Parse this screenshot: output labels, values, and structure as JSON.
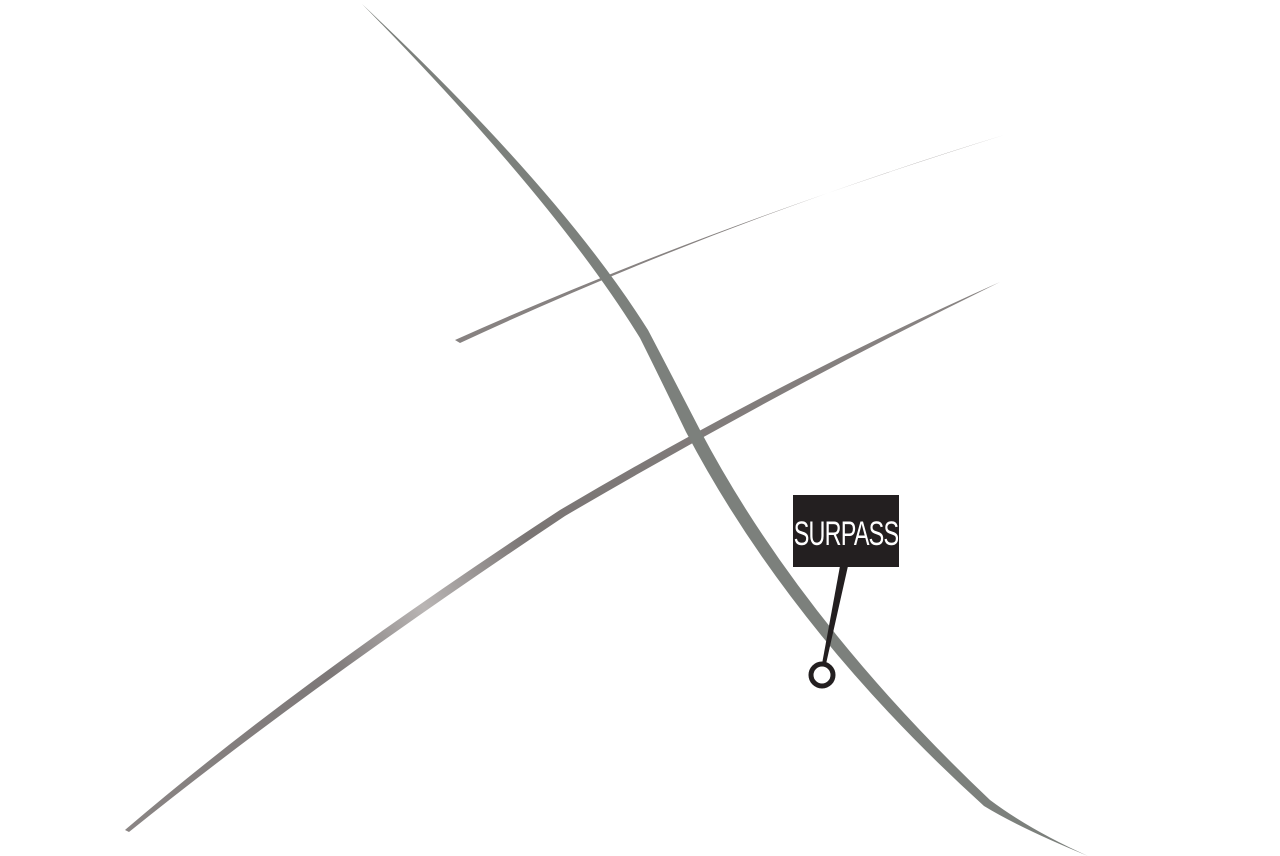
{
  "map": {
    "roads": [
      {
        "name": "diagonal-road-nw-se",
        "color": "#7c807c"
      },
      {
        "name": "upper-road-sw-ne",
        "color": "#878281"
      },
      {
        "name": "lower-road-sw-ne",
        "color": "#7d7878"
      }
    ],
    "marker": {
      "label": "SURPASS",
      "icon": "location-pin-icon",
      "label_bg": "#231f20",
      "label_color": "#ffffff"
    }
  }
}
